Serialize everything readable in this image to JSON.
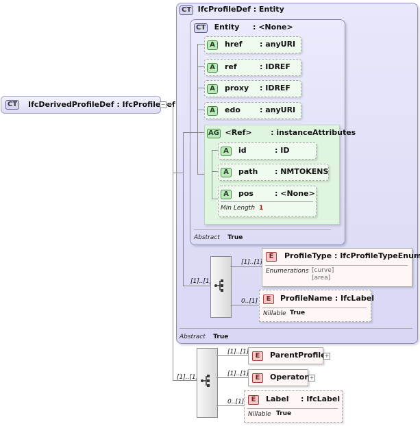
{
  "root": {
    "badge": "CT",
    "name": "IfcDerivedProfileDef : IfcProfileDef"
  },
  "profile_def": {
    "badge": "CT",
    "name": "IfcProfileDef : Entity",
    "abstract_label": "Abstract",
    "abstract_value": "True"
  },
  "entity": {
    "badge": "CT",
    "name": "Entity",
    "type": ": <None>",
    "abstract_label": "Abstract",
    "abstract_value": "True"
  },
  "attributes": [
    {
      "badge": "A",
      "name": "href",
      "type": ": anyURI"
    },
    {
      "badge": "A",
      "name": "ref",
      "type": ": IDREF"
    },
    {
      "badge": "A",
      "name": "proxy",
      "type": ": IDREF"
    },
    {
      "badge": "A",
      "name": "edo",
      "type": ": anyURI"
    }
  ],
  "attribute_group": {
    "badge": "AG",
    "name": "<Ref>",
    "type": ": instanceAttributes",
    "items": [
      {
        "badge": "A",
        "name": "id",
        "type": ": ID"
      },
      {
        "badge": "A",
        "name": "path",
        "type": ": NMTOKENS"
      },
      {
        "badge": "A",
        "name": "pos",
        "type": ": <None>",
        "facet_label": "Min Length",
        "facet_value": "1"
      }
    ]
  },
  "profile_type": {
    "badge": "E",
    "name": "ProfileType : IfcProfileTypeEnum",
    "cardinality": "[1]..[1]",
    "enum_label": "Enumerations",
    "enum_values": [
      "[curve]",
      "[area]"
    ]
  },
  "profile_name": {
    "badge": "E",
    "name": "ProfileName : IfcLabel",
    "cardinality": "0..[1]",
    "nillable_label": "Nillable",
    "nillable_value": "True"
  },
  "inner_seq_card": "[1]..[1]",
  "outer_seq_card": "[1]..[1]",
  "parent_profile": {
    "badge": "E",
    "name": "ParentProfile",
    "cardinality": "[1]..[1]"
  },
  "operator": {
    "badge": "E",
    "name": "Operator",
    "cardinality": "[1]..[1]"
  },
  "label": {
    "badge": "E",
    "name": "Label",
    "type": ": IfcLabel",
    "cardinality": "0..[1]",
    "nillable_label": "Nillable",
    "nillable_value": "True"
  },
  "colors": {
    "ct": "#d8d8f5",
    "attr": "#eefaee",
    "elem": "#fff6f6"
  }
}
